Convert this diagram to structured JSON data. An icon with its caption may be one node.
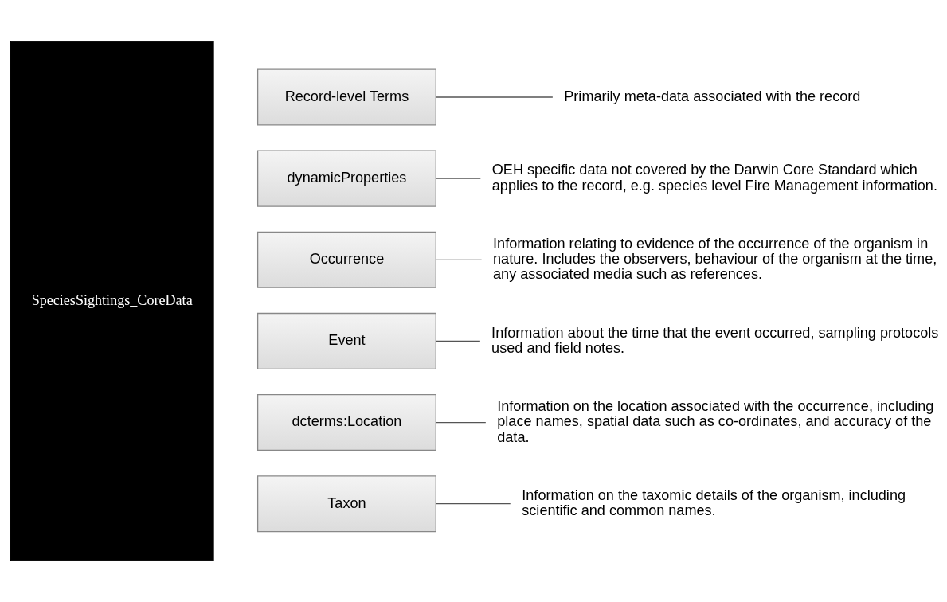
{
  "diagram": {
    "nodes": [
      {
        "text": [
          "SpeciesSightings_CoreData"
        ]
      },
      {
        "text": [
          "Record-level Terms"
        ]
      },
      {
        "text": [
          "Primarily meta-data associated with the record"
        ]
      },
      {
        "text": [
          "dynamicProperties"
        ]
      },
      {
        "text": [
          "OEH specific data not covered by the Darwin Core Standard which applies to the record, e.g. species level Fire Management information."
        ]
      },
      {
        "text": [
          "Occurrence"
        ]
      },
      {
        "text": [
          "Information relating to evidence of the occurrence of the organism in nature. Includes the observers, behaviour of the organism at the time, any associated media such as references."
        ]
      },
      {
        "text": [
          "Event"
        ]
      },
      {
        "text": [
          "Information about the time that the event occurred, sampling protocols used and field notes."
        ]
      },
      {
        "text": [
          "dcterms:Location"
        ]
      },
      {
        "text": [
          "Information on the location associated with the occurrence, including place names, spatial data such as co-ordinates, and accuracy of the data."
        ]
      },
      {
        "text": [
          "Taxon"
        ]
      },
      {
        "text": [
          "Information on the taxomic details of the organism, including scientific and common names."
        ]
      }
    ],
    "edges": [
      {
        "from": 1,
        "to": 2,
        "arrow": "none"
      },
      {
        "from": 3,
        "to": 4,
        "arrow": "none"
      },
      {
        "from": 5,
        "to": 6,
        "arrow": "none"
      },
      {
        "from": 7,
        "to": 8,
        "arrow": "none"
      },
      {
        "from": 9,
        "to": 10,
        "arrow": "none"
      },
      {
        "from": 11,
        "to": 12,
        "arrow": "none"
      }
    ]
  }
}
